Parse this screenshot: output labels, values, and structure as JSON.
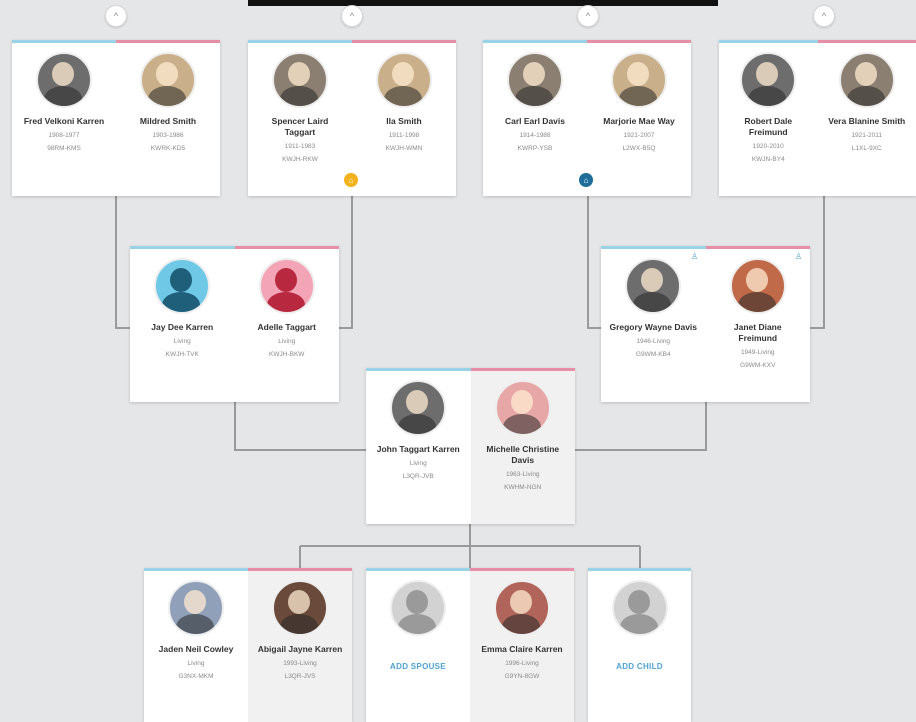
{
  "icons": {
    "expand_up": "^",
    "badge_home": "⌂",
    "corner_person": "♙"
  },
  "colors": {
    "background": "#e5e6e7",
    "male_accent": "#9bd3e6",
    "female_accent": "#e78fa6",
    "link": "#4fa3d1",
    "badge_orange": "#f2b21b",
    "badge_blue": "#1f6e9a"
  },
  "great_grandparents": [
    {
      "husband": {
        "name": "Fred Velkoni Karren",
        "dates": "1908-1977",
        "detail": "98RM-KMS"
      },
      "wife": {
        "name": "Mildred Smith",
        "dates": "1903-1986",
        "detail": "KWRK-KD5"
      }
    },
    {
      "husband": {
        "name": "Spencer Laird Taggart",
        "dates": "1911-1983",
        "detail": "KWJH-RKW"
      },
      "wife": {
        "name": "Ila Smith",
        "dates": "1911-1998",
        "detail": "KWJH-WMN"
      }
    },
    {
      "husband": {
        "name": "Carl Earl Davis",
        "dates": "1914-1988",
        "detail": "KWRP-YSB"
      },
      "wife": {
        "name": "Marjorie Mae Way",
        "dates": "1921-2007",
        "detail": "L2WX-B5Q"
      }
    },
    {
      "husband": {
        "name": "Robert Dale Freimund",
        "dates": "1920-2010",
        "detail": "KWJN-BY4"
      },
      "wife": {
        "name": "Vera Blanine Smith",
        "dates": "1921-2011",
        "detail": "L1XL-9XC"
      }
    }
  ],
  "grandparents": [
    {
      "husband": {
        "name": "Jay Dee Karren",
        "dates": "Living",
        "detail": "KWJH-TVK"
      },
      "wife": {
        "name": "Adelle Taggart",
        "dates": "Living",
        "detail": "KWJH-BKW"
      }
    },
    {
      "husband": {
        "name": "Gregory Wayne Davis",
        "dates": "1946-Living",
        "detail": "G9WM-KB4"
      },
      "wife": {
        "name": "Janet Diane Freimund",
        "dates": "1949-Living",
        "detail": "G9WM-KXV"
      }
    }
  ],
  "parents": {
    "husband": {
      "name": "John Taggart Karren",
      "dates": "Living",
      "detail": "L3QR-JVB"
    },
    "wife": {
      "name": "Michelle Christine Davis",
      "dates": "1963-Living",
      "detail": "KWHM-NGN"
    }
  },
  "children": [
    {
      "husband": {
        "name": "Jaden Neil Cowley",
        "dates": "Living",
        "detail": "G3NX-MKM"
      },
      "wife": {
        "name": "Abigail Jayne Karren",
        "dates": "1993-Living",
        "detail": "L3QR-JVS"
      }
    },
    {
      "add_spouse": "ADD SPOUSE",
      "wife": {
        "name": "Emma Claire Karren",
        "dates": "1996-Living",
        "detail": "G9YN-8GW"
      }
    }
  ],
  "add_child": "ADD CHILD"
}
